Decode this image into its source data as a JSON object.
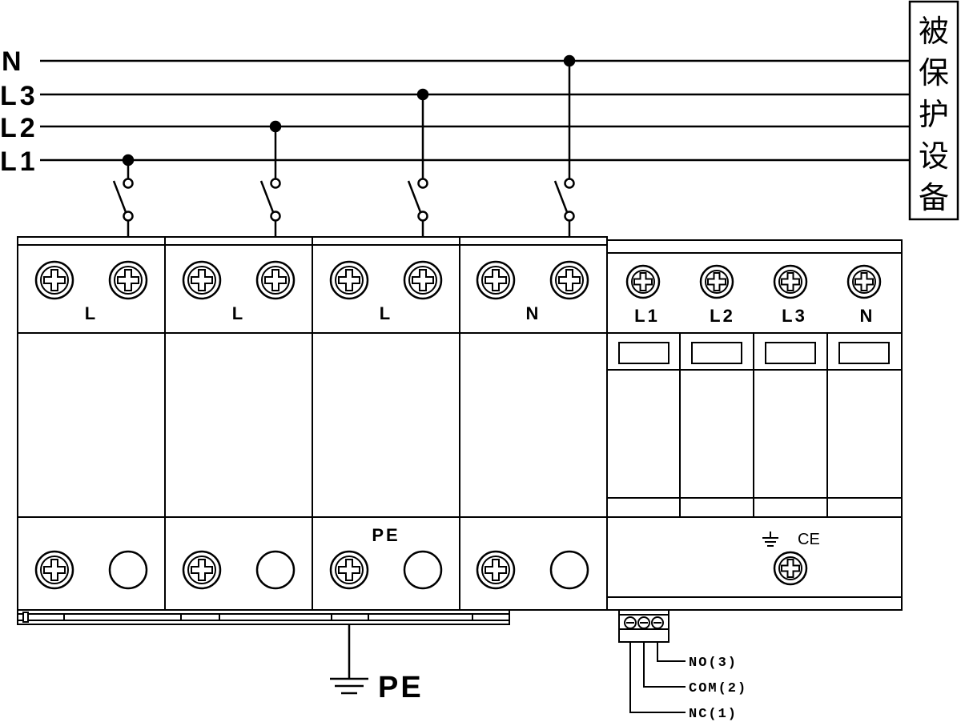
{
  "buses": [
    {
      "label": "N"
    },
    {
      "label": "L3"
    },
    {
      "label": "L2"
    },
    {
      "label": "L1"
    }
  ],
  "protected_equipment": "被保护设备",
  "left_modules": [
    {
      "top_label": "L",
      "bottom_label": ""
    },
    {
      "top_label": "L",
      "bottom_label": ""
    },
    {
      "top_label": "L",
      "bottom_label": "PE"
    },
    {
      "top_label": "N",
      "bottom_label": ""
    }
  ],
  "right_module": {
    "terminals": [
      "L1",
      "L2",
      "L3",
      "N"
    ],
    "ce_mark": "CE"
  },
  "ground_label": "PE",
  "signal_contacts": [
    {
      "label": "NO(3)"
    },
    {
      "label": "COM(2)"
    },
    {
      "label": "NC(1)"
    }
  ]
}
